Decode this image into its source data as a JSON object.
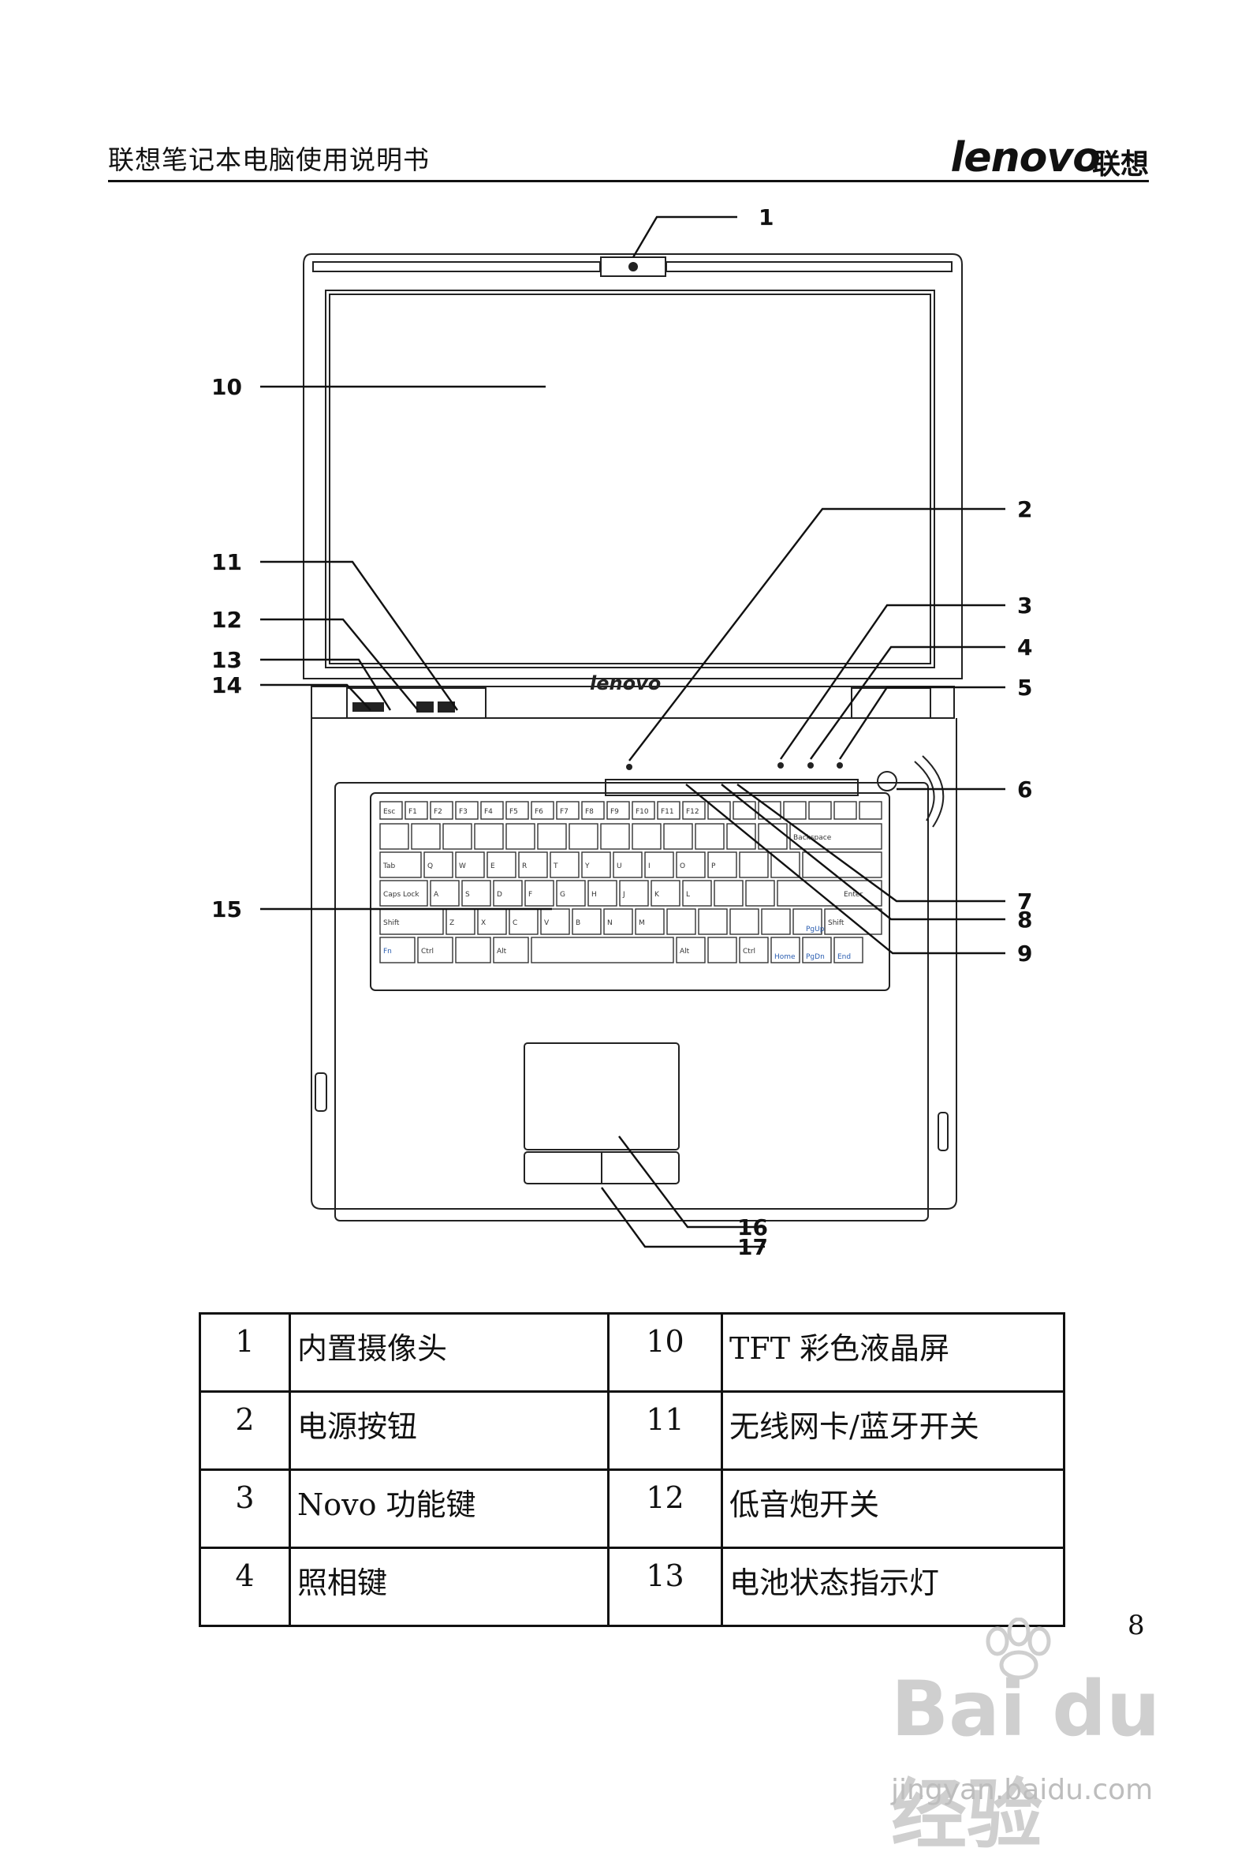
{
  "header": {
    "title": "联想笔记本电脑使用说明书",
    "brand": "lenovo",
    "brand_cn": "联想"
  },
  "diagram": {
    "screen_logo": "lenovo",
    "callouts": [
      "1",
      "2",
      "3",
      "4",
      "5",
      "6",
      "7",
      "8",
      "9",
      "10",
      "11",
      "12",
      "13",
      "14",
      "15",
      "16",
      "17"
    ],
    "keyboard_labels": [
      "Esc",
      "F1",
      "F2",
      "F3",
      "F4",
      "F5",
      "F6",
      "F7",
      "F8",
      "F9",
      "F10",
      "F11",
      "F12",
      "Backspace",
      "Tab",
      "Q",
      "W",
      "E",
      "R",
      "T",
      "Y",
      "U",
      "I",
      "O",
      "P",
      "Caps Lock",
      "A",
      "S",
      "D",
      "F",
      "G",
      "H",
      "J",
      "K",
      "L",
      "Enter",
      "Shift",
      "Z",
      "X",
      "C",
      "V",
      "B",
      "N",
      "M",
      "Shift",
      "Fn",
      "Ctrl",
      "Alt",
      "Alt",
      "Ctrl",
      "Home",
      "End",
      "PgUp",
      "PgDn"
    ]
  },
  "legend": {
    "rows": [
      {
        "num_left": "1",
        "label_left": "内置摄像头",
        "num_right": "10",
        "label_right": "TFT 彩色液晶屏"
      },
      {
        "num_left": "2",
        "label_left": "电源按钮",
        "num_right": "11",
        "label_right": "无线网卡/蓝牙开关"
      },
      {
        "num_left": "3",
        "label_left": "Novo 功能键",
        "num_right": "12",
        "label_right": "低音炮开关"
      },
      {
        "num_left": "4",
        "label_left": "照相键",
        "num_right": "13",
        "label_right": "电池状态指示灯"
      }
    ]
  },
  "page_number": "8",
  "watermark": {
    "main": "Bai du 经验",
    "sub": "jingyan.baidu.com"
  }
}
